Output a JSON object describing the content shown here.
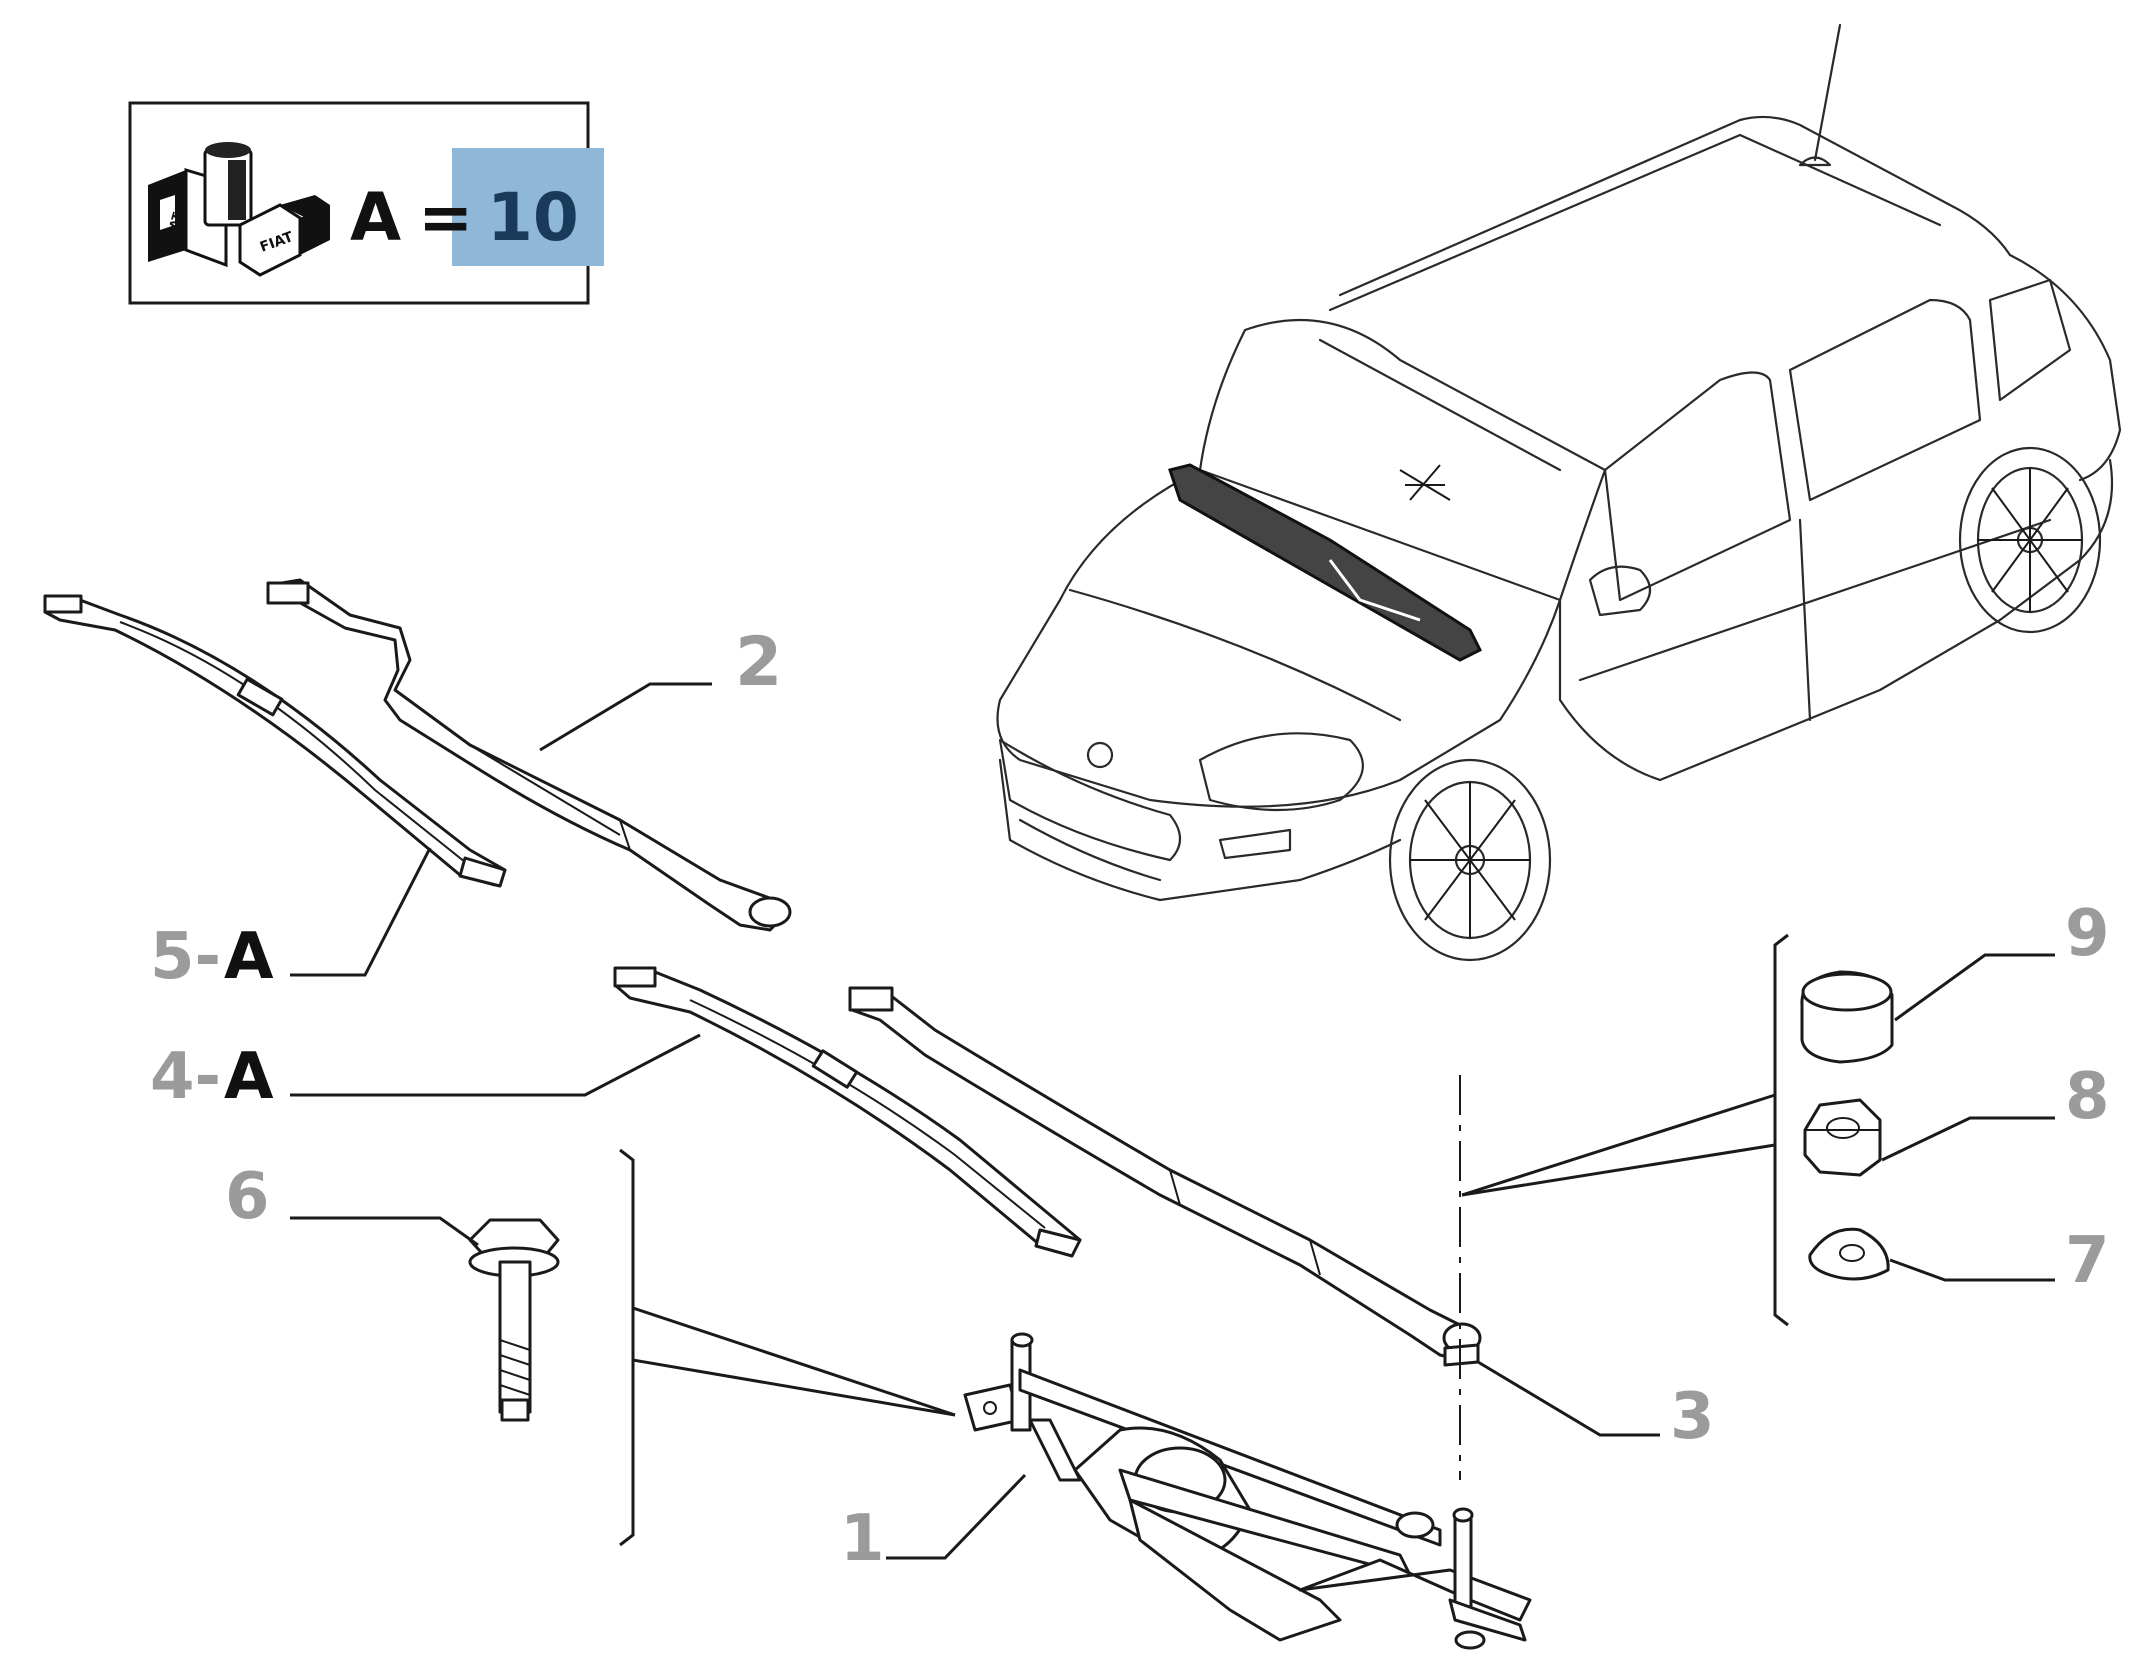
{
  "legend_box": {
    "logo_text": "FIAT",
    "equation_letter": "A",
    "equation_sign": "=",
    "equation_value": "10",
    "highlight_color": "#8fb8d8"
  },
  "callouts": {
    "c1": "1",
    "c2": "2",
    "c3": "3",
    "c4": "4-",
    "c4_suffix": "A",
    "c5": "5-",
    "c5_suffix": "A",
    "c6": "6",
    "c7": "7",
    "c8": "8",
    "c9": "9"
  },
  "colors": {
    "callout_gray": "#9b9b9b",
    "line": "#1a1a1a"
  }
}
